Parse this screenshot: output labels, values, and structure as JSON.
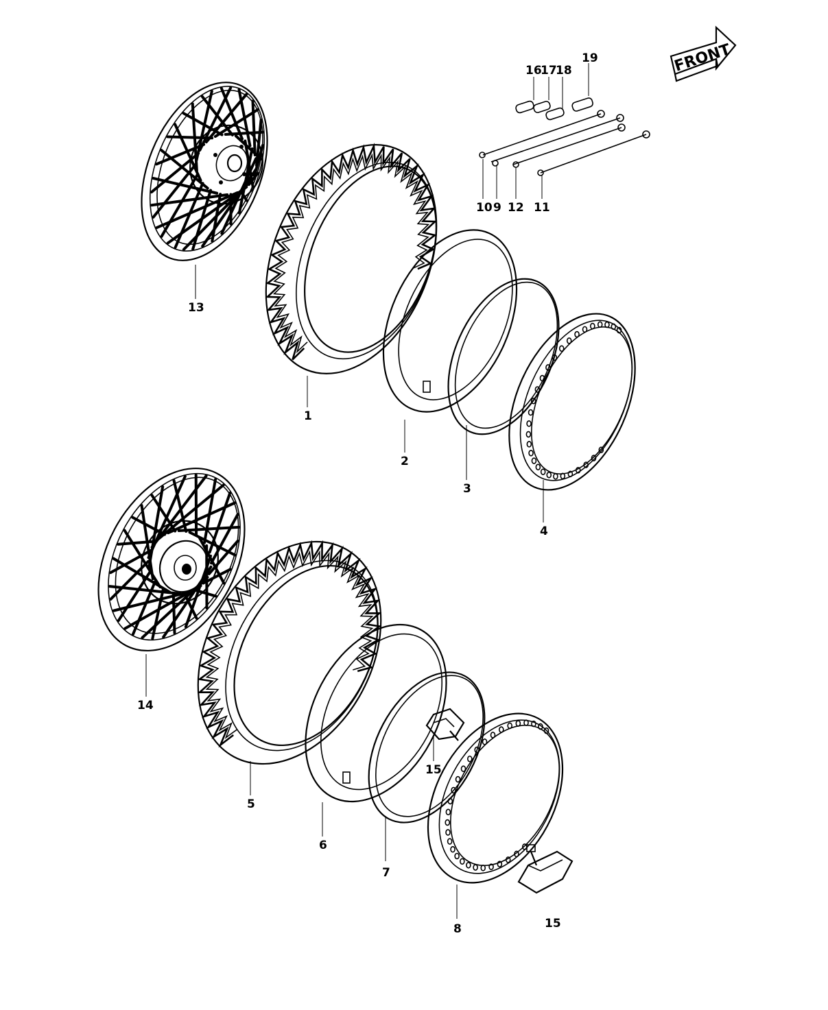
{
  "diagram": {
    "front_label": "FRONT",
    "callouts": [
      {
        "id": "1",
        "text": "1"
      },
      {
        "id": "2",
        "text": "2"
      },
      {
        "id": "3",
        "text": "3"
      },
      {
        "id": "4",
        "text": "4"
      },
      {
        "id": "5",
        "text": "5"
      },
      {
        "id": "6",
        "text": "6"
      },
      {
        "id": "7",
        "text": "7"
      },
      {
        "id": "8",
        "text": "8"
      },
      {
        "id": "9",
        "text": "9"
      },
      {
        "id": "10",
        "text": "10"
      },
      {
        "id": "11",
        "text": "11"
      },
      {
        "id": "12",
        "text": "12"
      },
      {
        "id": "13",
        "text": "13"
      },
      {
        "id": "14",
        "text": "14"
      },
      {
        "id": "15a",
        "text": "15"
      },
      {
        "id": "15b",
        "text": "15"
      },
      {
        "id": "16",
        "text": "16"
      },
      {
        "id": "17",
        "text": "17"
      },
      {
        "id": "18",
        "text": "18"
      },
      {
        "id": "19",
        "text": "19"
      }
    ]
  }
}
